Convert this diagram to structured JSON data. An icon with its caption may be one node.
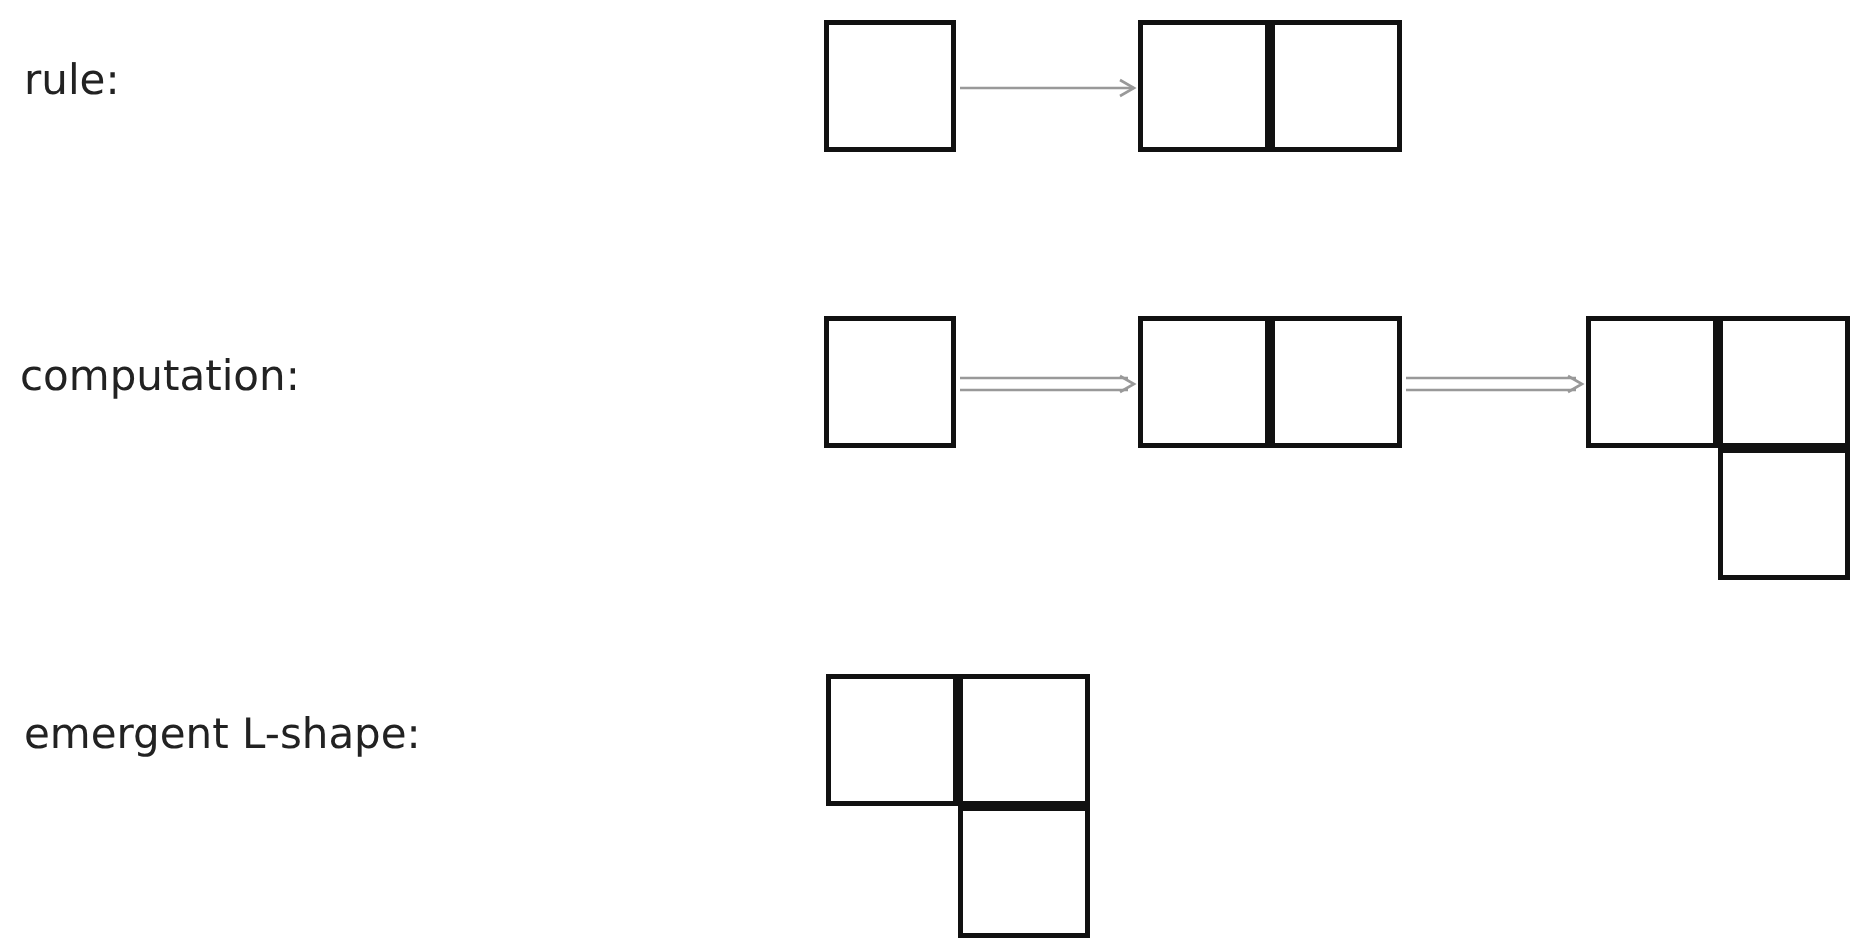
{
  "diagram": {
    "nodes": [
      {
        "text": [],
        "shape": "box"
      },
      {
        "text": [],
        "shape": "box"
      },
      {
        "text": [],
        "shape": "box"
      },
      {
        "text": [],
        "shape": "box"
      },
      {
        "text": [],
        "shape": "box"
      },
      {
        "text": [],
        "shape": "box"
      }
    ],
    "edges": [
      {
        "from": 0,
        "to": 1,
        "arrow": "to"
      },
      {
        "from": 2,
        "to": 3,
        "arrow": "to"
      },
      {
        "from": 3,
        "to": 4,
        "arrow": "to"
      }
    ],
    "labels": [
      "rule:",
      "computation:",
      "emergent L-shape:"
    ]
  }
}
